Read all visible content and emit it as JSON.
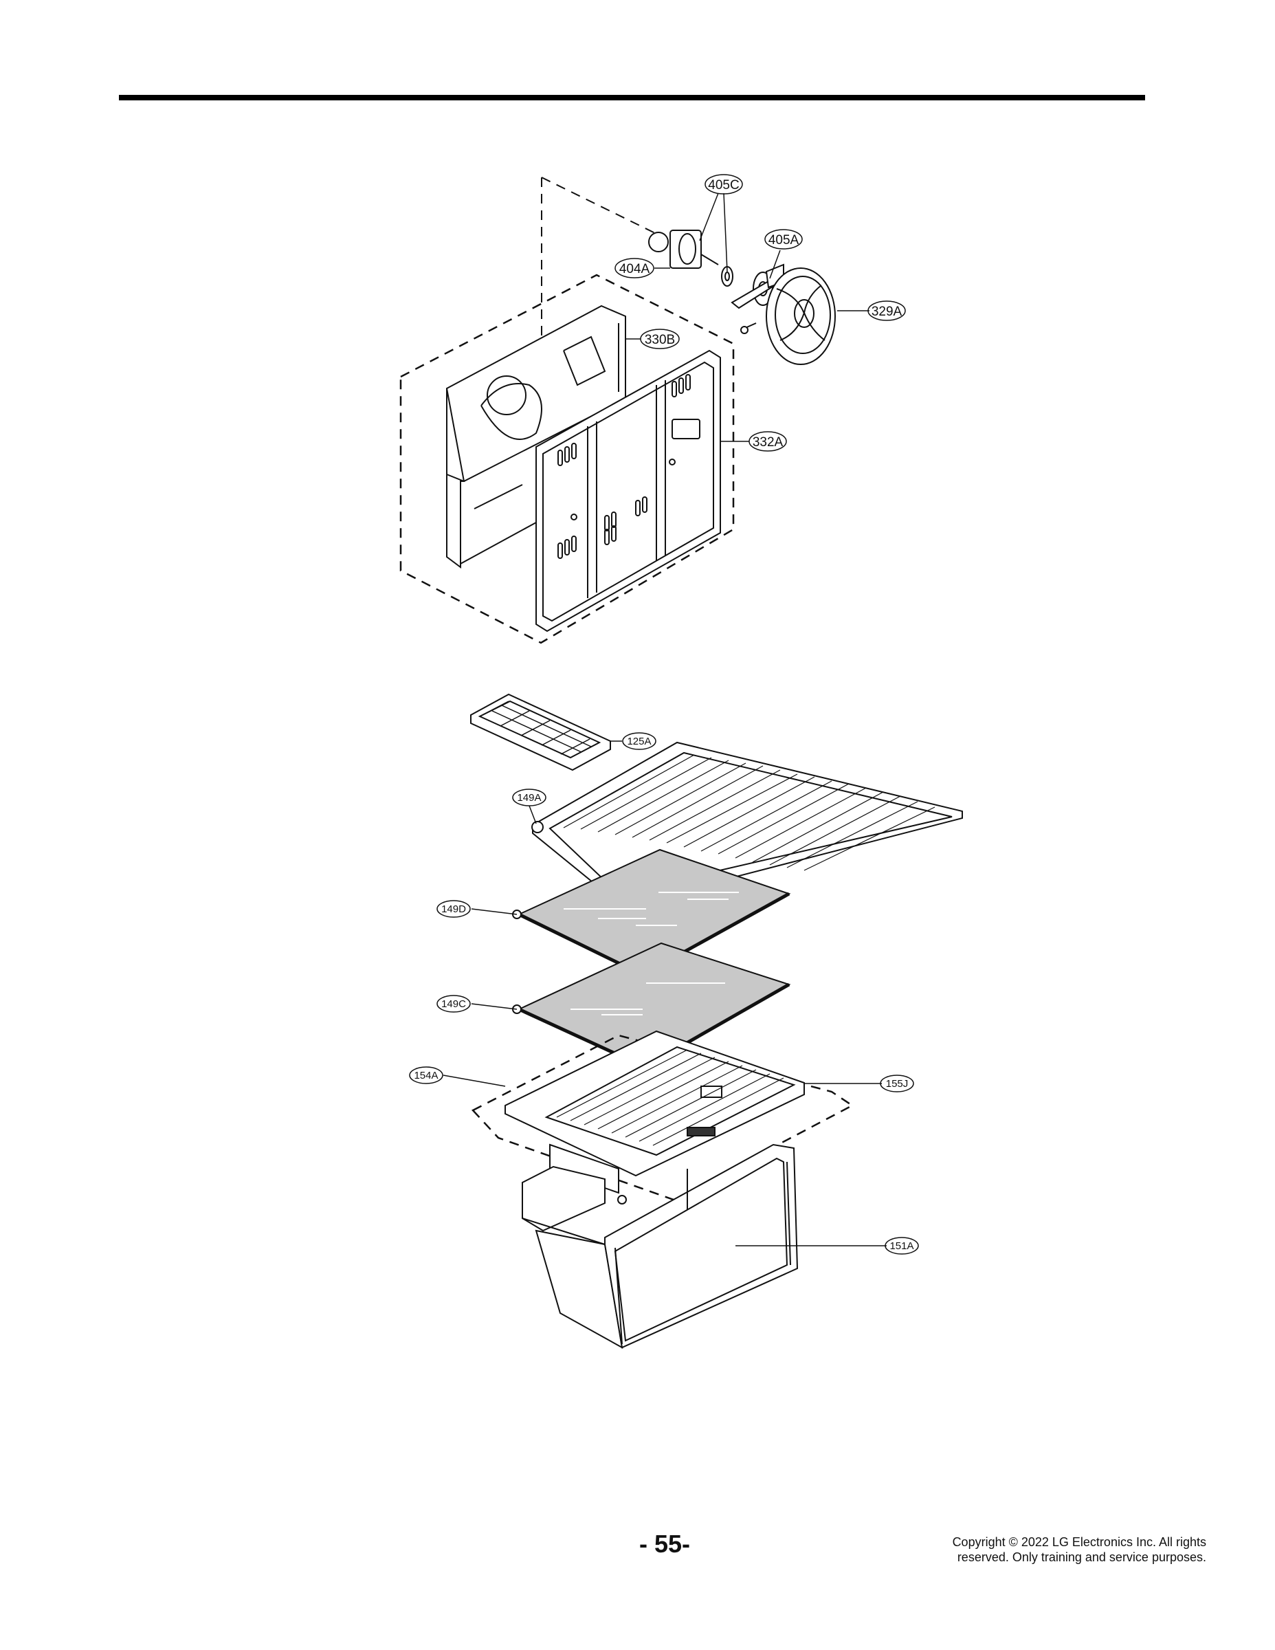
{
  "page": {
    "number": "- 55-",
    "copyright_line1": "Copyright © 2022 LG Electronics Inc. All rights",
    "copyright_line2": "reserved. Only training and service purposes."
  },
  "callouts": {
    "c405C": "405C",
    "c405A": "405A",
    "c404A": "404A",
    "c329A": "329A",
    "c330B": "330B",
    "c332A": "332A",
    "c125A": "125A",
    "c149A": "149A",
    "c149D": "149D",
    "c149C": "149C",
    "c154A": "154A",
    "c155J": "155J",
    "c151A": "151A"
  }
}
